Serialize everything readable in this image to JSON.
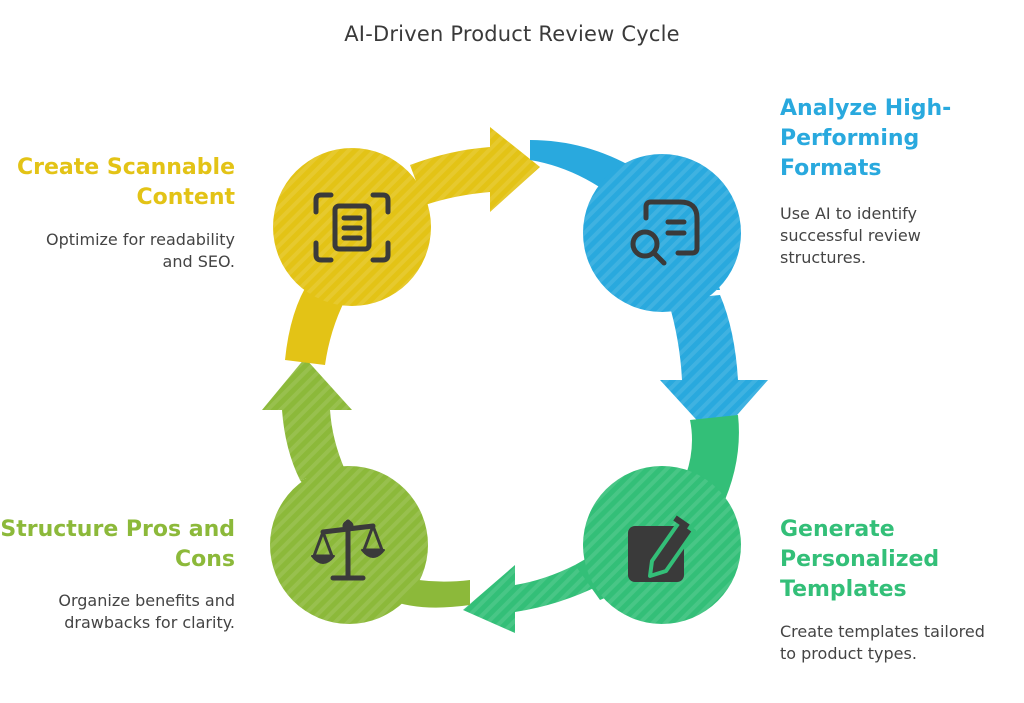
{
  "title": "AI-Driven Product Review Cycle",
  "colors": {
    "yellow": "#e3c316",
    "blue": "#29a9de",
    "green": "#33bf78",
    "lime": "#8cb93a",
    "icon": "#3a3a3a"
  },
  "steps": [
    {
      "heading_line1": "Analyze High-",
      "heading_line2": "Performing",
      "heading_line3": "Formats",
      "desc_line1": "Use AI to identify",
      "desc_line2": "successful review",
      "desc_line3": "structures.",
      "icon": "document-search-icon"
    },
    {
      "heading_line1": "Generate",
      "heading_line2": "Personalized",
      "heading_line3": "Templates",
      "desc_line1": "Create templates tailored",
      "desc_line2": "to product types.",
      "icon": "edit-square-icon"
    },
    {
      "heading_line1": "Structure Pros and",
      "heading_line2": "Cons",
      "desc_line1": "Organize benefits and",
      "desc_line2": "drawbacks for clarity.",
      "icon": "balance-scale-icon"
    },
    {
      "heading_line1": "Create Scannable",
      "heading_line2": "Content",
      "desc_line1": "Optimize for readability",
      "desc_line2": "and SEO.",
      "icon": "scan-document-icon"
    }
  ]
}
